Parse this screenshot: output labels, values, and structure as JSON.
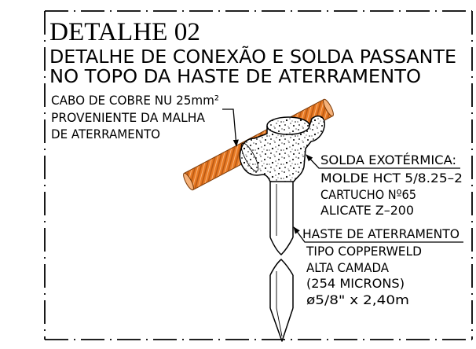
{
  "drawing": {
    "title": "DETALHE 02",
    "heading_line_1": "DETALHE DE CONEXÃO E SOLDA PASSANTE",
    "heading_line_2": "NO TOPO DA HASTE DE ATERRAMENTO"
  },
  "callouts": {
    "cable": {
      "lines": [
        "CABO DE COBRE NU 25mm²",
        "PROVENIENTE DA MALHA",
        "DE ATERRAMENTO"
      ]
    },
    "weld": {
      "lines": [
        "SOLDA EXOTÉRMICA:",
        "MOLDE HCT 5/8.25–2",
        "CARTUCHO Nº65",
        "ALICATE Z–200"
      ]
    },
    "rod": {
      "lines": [
        "HASTE DE ATERRAMENTO",
        "TIPO COPPERWELD",
        "ALTA CAMADA",
        "(254 MICRONS)",
        "ø5/8\" x 2,40m"
      ]
    }
  },
  "colors": {
    "background": "#FFFFFF",
    "line": "#000000",
    "cable": "#E97A23",
    "cable_strands": "#B65714",
    "cable_highlight": "#F6B27A",
    "cable_outline": "#7A3A08"
  }
}
